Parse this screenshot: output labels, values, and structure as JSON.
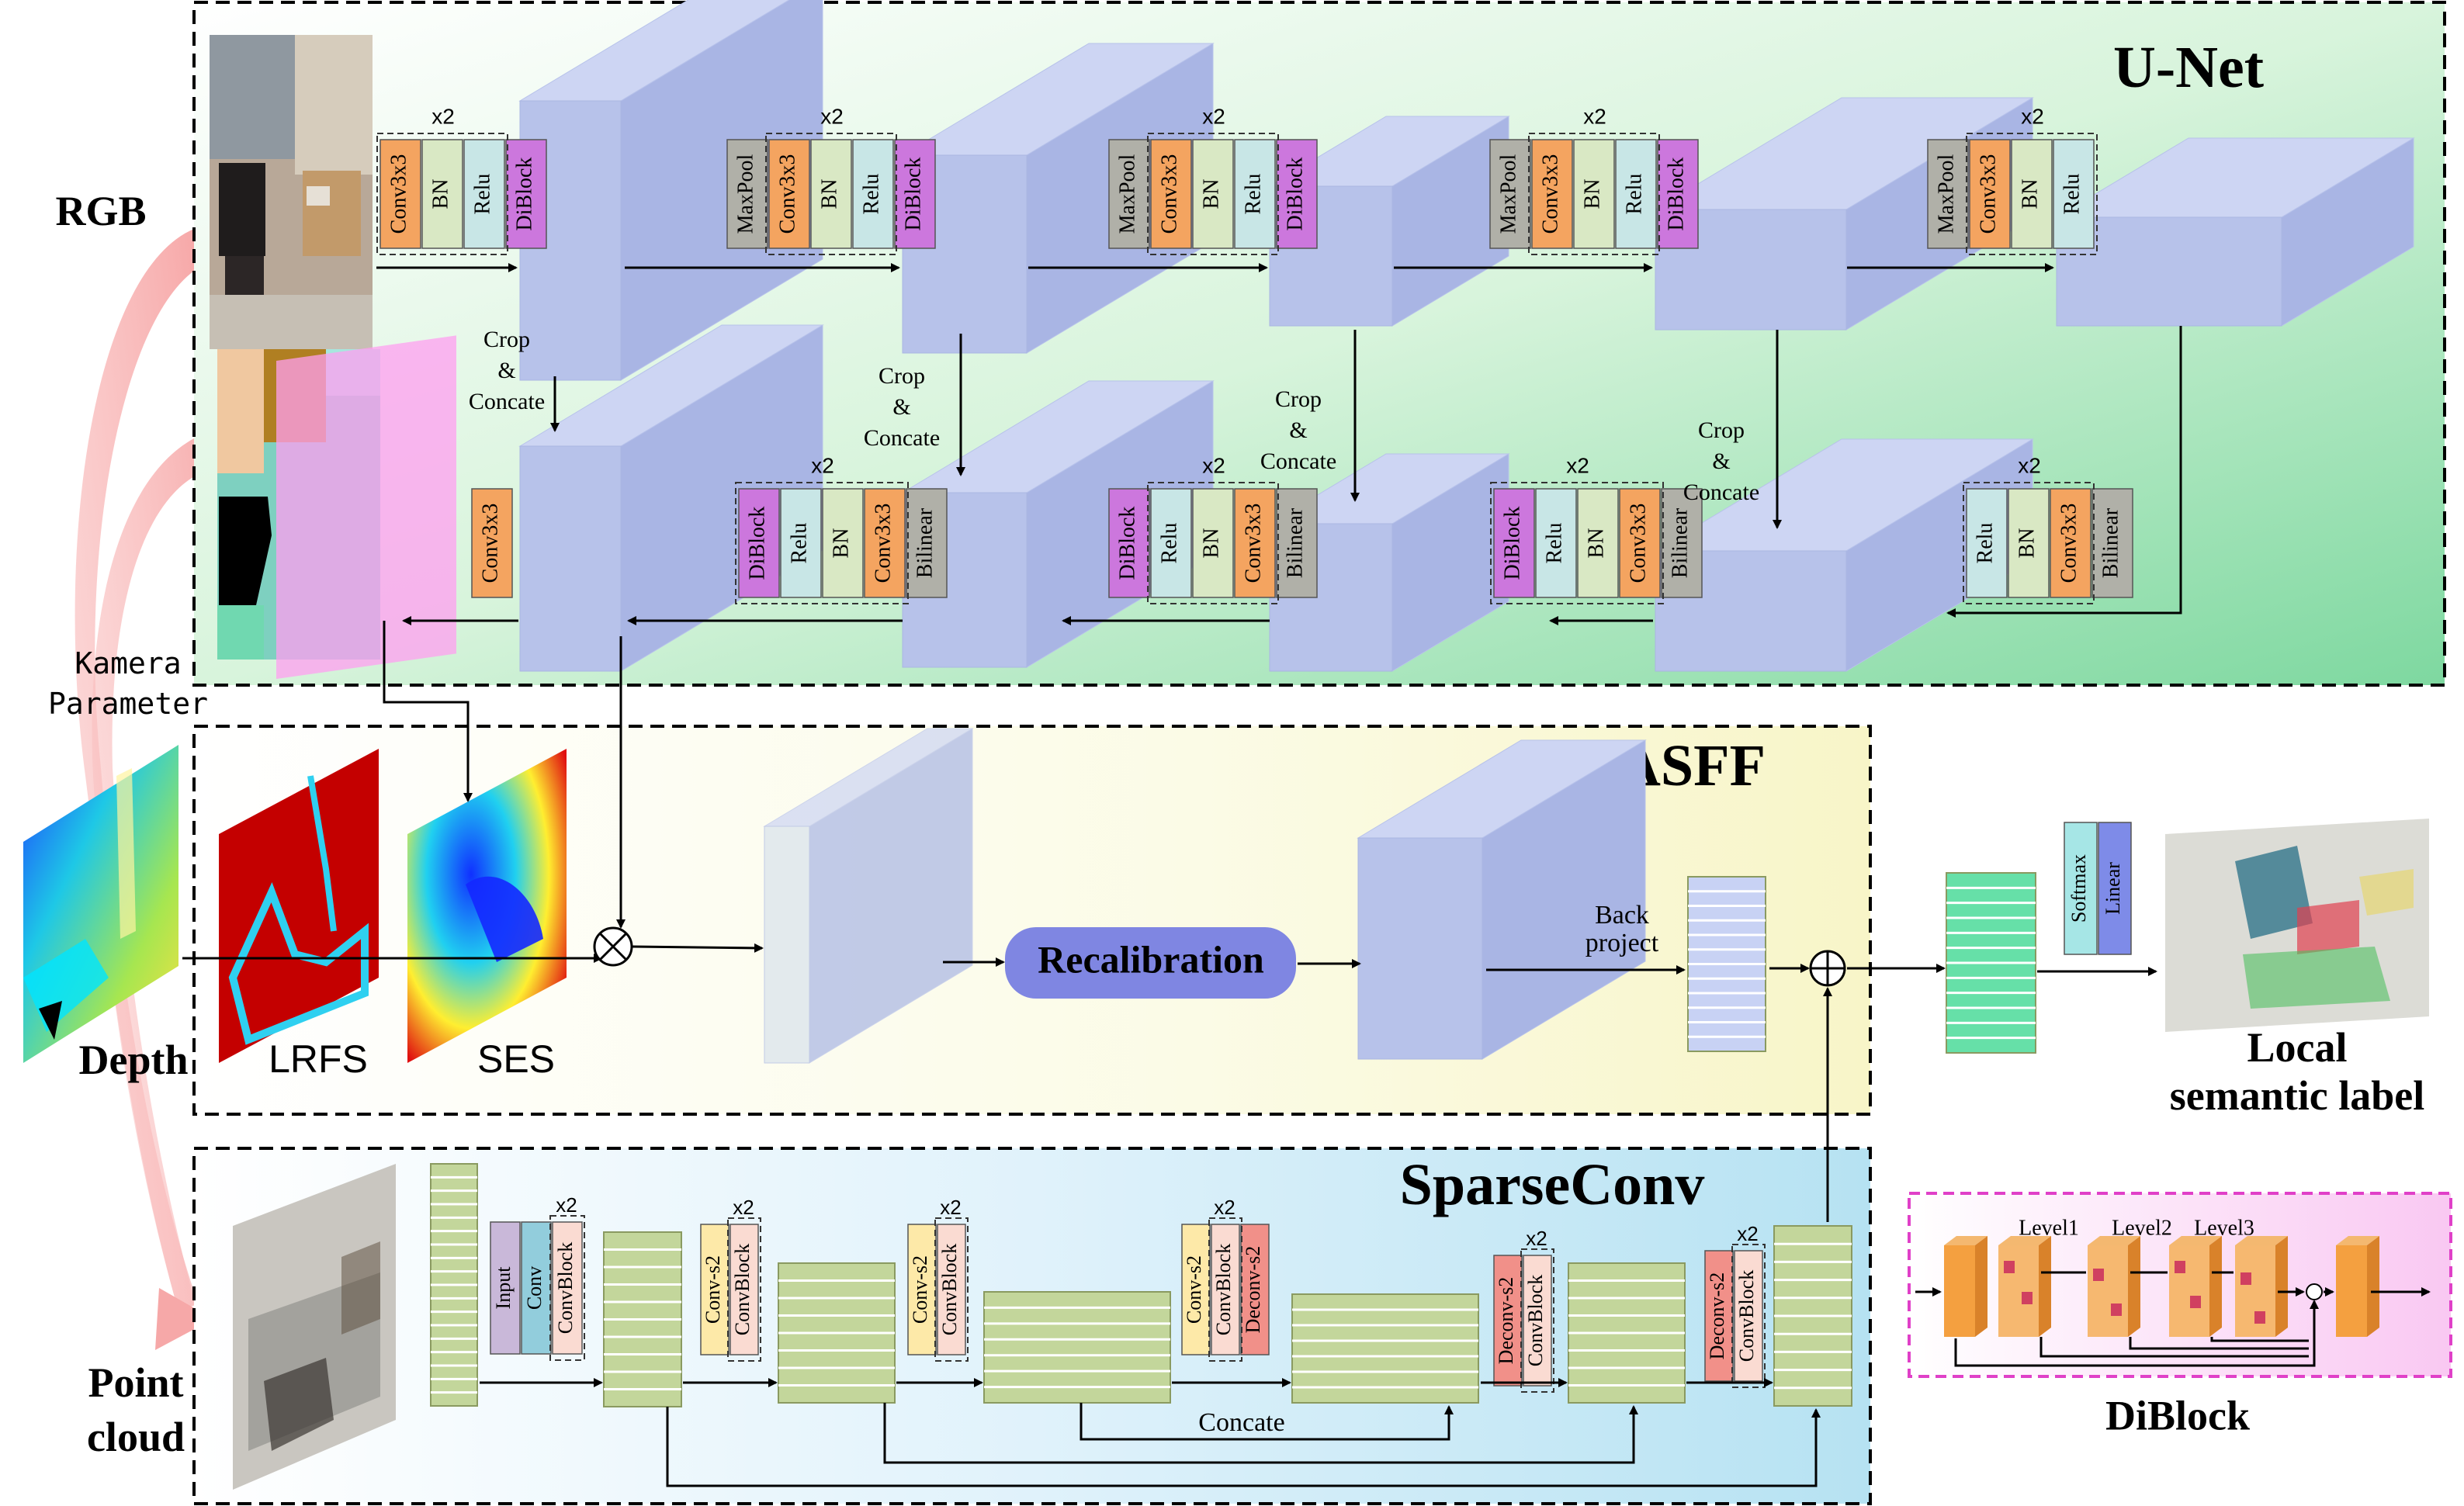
{
  "sections": {
    "unet": "U-Net",
    "asff": "ASFF",
    "sparseconv": "SparseConv"
  },
  "inputs": {
    "rgb": "RGB",
    "kamera_1": "Kamera",
    "kamera_2": "Parameter",
    "depth": "Depth",
    "point_1": "Point",
    "point_2": "cloud"
  },
  "labels": {
    "x2": "x2",
    "crop_1": "Crop",
    "crop_2": "&",
    "crop_3": "Concate",
    "conv3x3": "Conv3x3",
    "bn": "BN",
    "relu": "Relu",
    "diblock": "DiBlock",
    "maxpool": "MaxPool",
    "bilinear": "Bilinear",
    "lrfs": "LRFS",
    "ses": "SES",
    "recalibration": "Recalibration",
    "back_1": "Back",
    "back_2": "project",
    "softmax": "Softmax",
    "linear": "Linear",
    "local_1": "Local",
    "local_2": "semantic label",
    "input": "Input",
    "conv": "Conv",
    "convblock": "ConvBlock",
    "conv_s2": "Conv-s2",
    "deconv_s2": "Deconv-s2",
    "concate": "Concate",
    "level1": "Level1",
    "level2": "Level2",
    "level3": "Level3",
    "diblock_title": "DiBlock"
  },
  "colors": {
    "conv": "#f4a460",
    "bn": "#d9e8c4",
    "relu": "#c8e6e6",
    "diblock": "#cc77dd",
    "maxpool": "#b0b0a8",
    "bilinear": "#b0b0a8",
    "feature_block": "#b7c2ea",
    "sparse_block": "#c3d69b",
    "input_block": "#c9b8d9",
    "sconv_block": "#92cddc",
    "convblock": "#fadbd2",
    "conv_s2": "#fde9a8",
    "deconv_s2": "#f19089",
    "recalibration": "#7f86e2",
    "output_vec": "#66e0a8",
    "softmax": "#a6e6e6",
    "linear": "#7e8be8"
  }
}
